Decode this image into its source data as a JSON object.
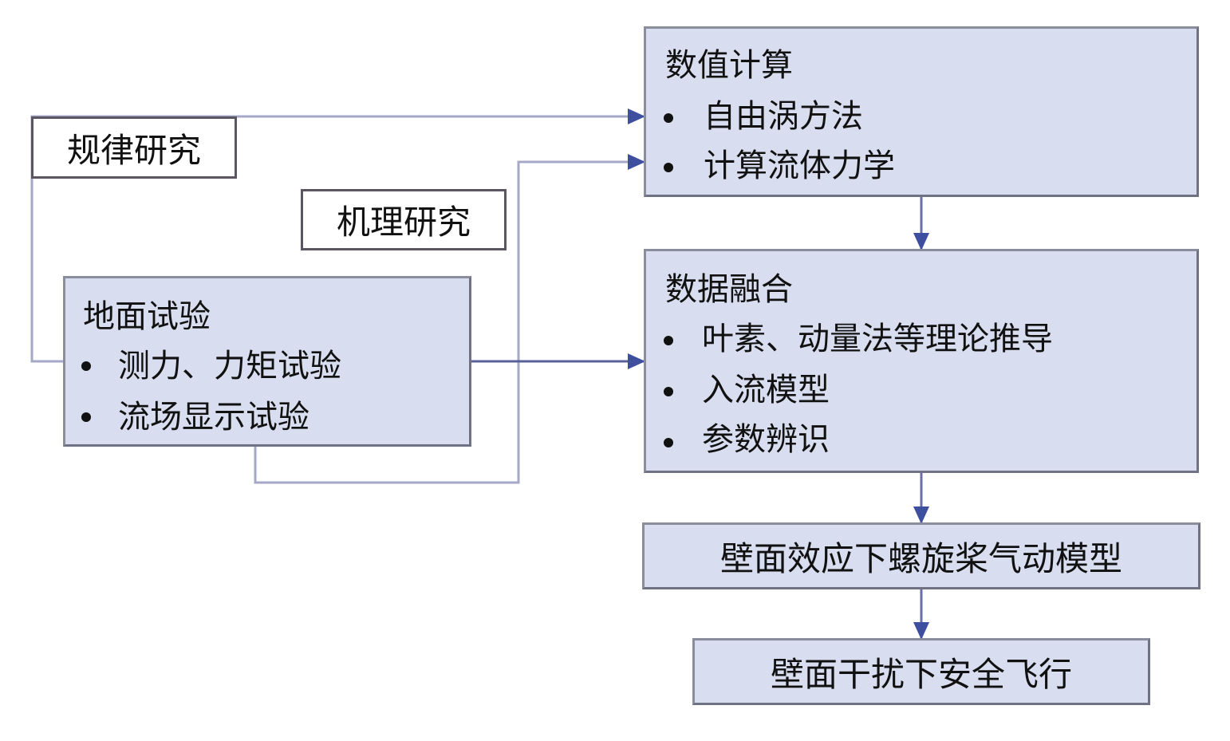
{
  "nodes": {
    "law_research": {
      "label": "规律研究"
    },
    "mechanism_research": {
      "label": "机理研究"
    },
    "ground_test": {
      "title": "地面试验",
      "items": [
        "测力、力矩试验",
        "流场显示试验"
      ]
    },
    "numerical": {
      "title": "数值计算",
      "items": [
        "自由涡方法",
        "计算流体力学"
      ]
    },
    "data_fusion": {
      "title": "数据融合",
      "items": [
        "叶素、动量法等理论推导",
        "入流模型",
        "参数辨识"
      ]
    },
    "aero_model": {
      "label": "壁面效应下螺旋桨气动模型"
    },
    "safe_flight": {
      "label": "壁面干扰下安全飞行"
    }
  },
  "colors": {
    "box_fill": "#d8deef",
    "box_border": "#7c7f8e",
    "connector": "#9a9cc0",
    "arrow": "#3f4fa0"
  }
}
